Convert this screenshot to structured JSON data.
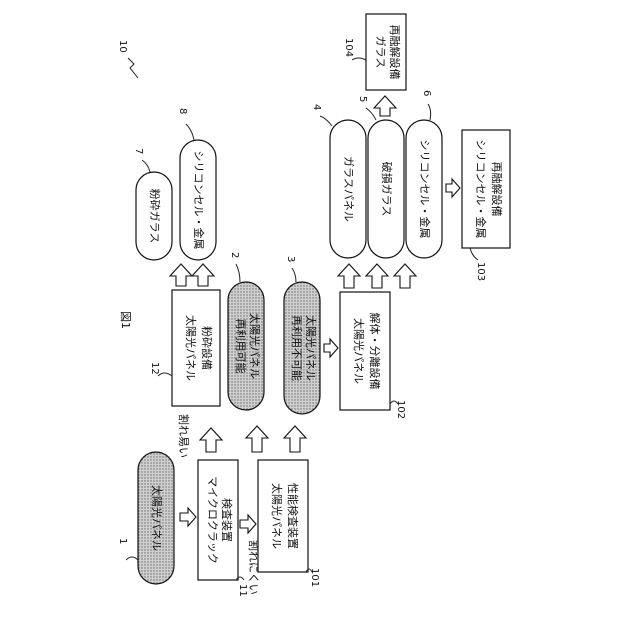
{
  "figure": {
    "title": "図1",
    "ref_system": "10"
  },
  "nodes": {
    "solar_panel": {
      "label": "太陽光パネル",
      "ref": "1"
    },
    "crack_device": {
      "label1": "マイクロクラック",
      "label2": "検査装置",
      "ref": "11"
    },
    "perf_device": {
      "label1": "太陽光パネル",
      "label2": "性能検査装置",
      "ref": "101"
    },
    "crush_device": {
      "label1": "太陽光パネル",
      "label2": "粉砕設備",
      "ref": "12"
    },
    "reusable": {
      "label1": "再利用可能",
      "label2": "太陽光パネル",
      "ref": "2"
    },
    "not_reusable": {
      "label1": "再利用不可能",
      "label2": "太陽光パネル",
      "ref": "3"
    },
    "dismantle": {
      "label1": "太陽光パネル",
      "label2": "解体・分離設備",
      "ref": "102"
    },
    "crushed_glass": {
      "label": "粉砕ガラス",
      "ref": "7"
    },
    "silicon_metal_a": {
      "label": "シリコンセル・金属",
      "ref": "8"
    },
    "glass_panel": {
      "label": "ガラスパネル",
      "ref": "4"
    },
    "broken_glass": {
      "label": "破損ガラス",
      "ref": "5"
    },
    "silicon_metal_b": {
      "label": "シリコンセル・金属",
      "ref": "6"
    },
    "glass_remelt": {
      "label1": "ガラス",
      "label2": "再融解設備",
      "ref": "104"
    },
    "si_remelt": {
      "label1": "シリコンセル・金属",
      "label2": "再融解設備",
      "ref": "103"
    }
  },
  "edge_labels": {
    "easy_break": "割れ易い",
    "hard_break": "割れにくい"
  }
}
